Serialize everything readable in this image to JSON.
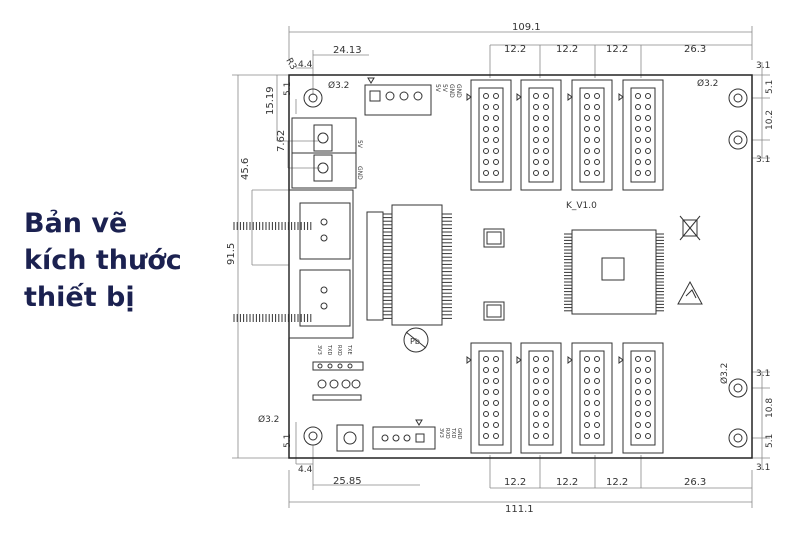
{
  "heading": {
    "line1": "Bản vẽ",
    "line2": "kích thước",
    "line3": "thiết bị"
  },
  "dimensions": {
    "overall_top": "109.1",
    "overall_bottom": "111.1",
    "height_left": "91.5",
    "hole_top_offset": "24.13",
    "hole_bottom_offset": "25.85",
    "dim_45_6": "45.6",
    "dim_15_19": "15.19",
    "dim_7_62": "7.62",
    "left_4_4_top": "4.4",
    "left_4_4_bottom": "4.4",
    "left_5_1_top": "5.1",
    "left_5_1_bottom": "5.1",
    "radius_top": "R3",
    "hole_dia_tl": "Ø3.2",
    "hole_dia_bl": "Ø3.2",
    "hole_dia_tr": "Ø3.2",
    "hole_dia_br": "Ø3.2",
    "conn_pitch_top": [
      "12.2",
      "12.2",
      "12.2",
      "26.3"
    ],
    "conn_pitch_bottom": [
      "12.2",
      "12.2",
      "12.2",
      "26.3"
    ],
    "right_top": [
      "3.1",
      "5.1",
      "10.2",
      "3.1"
    ],
    "right_bottom": [
      "3.1",
      "10.8",
      "5.1",
      "3.1"
    ]
  },
  "labels": {
    "version": "K_V1.0",
    "power_5v": "5V",
    "power_gnd": "GND",
    "top_header_pins": [
      "5V",
      "5V",
      "GND",
      "GND"
    ],
    "bottom_header_pins": [
      "3V3",
      "RXD",
      "TXD",
      "GND"
    ],
    "led_pins": [
      "3V3",
      "TXD",
      "RXD",
      "TXE"
    ],
    "pb_mark": "Pb"
  }
}
